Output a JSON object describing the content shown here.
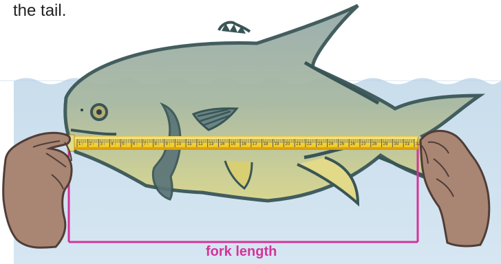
{
  "intro_text": "the tail.",
  "measure_label": "fork length",
  "ruler": {
    "start": 1,
    "end": 32
  },
  "colors": {
    "water": "#c8ddef",
    "water_deep": "#d8e7f3",
    "fish_top": "#8fa3a3",
    "fish_bottom": "#d9d68b",
    "fish_outline": "#395556",
    "ruler": "#f2d21d",
    "ruler_edge": "#d89f09",
    "measure": "#d63399",
    "hand": "#a98574",
    "hand_line": "#4f3d37"
  }
}
